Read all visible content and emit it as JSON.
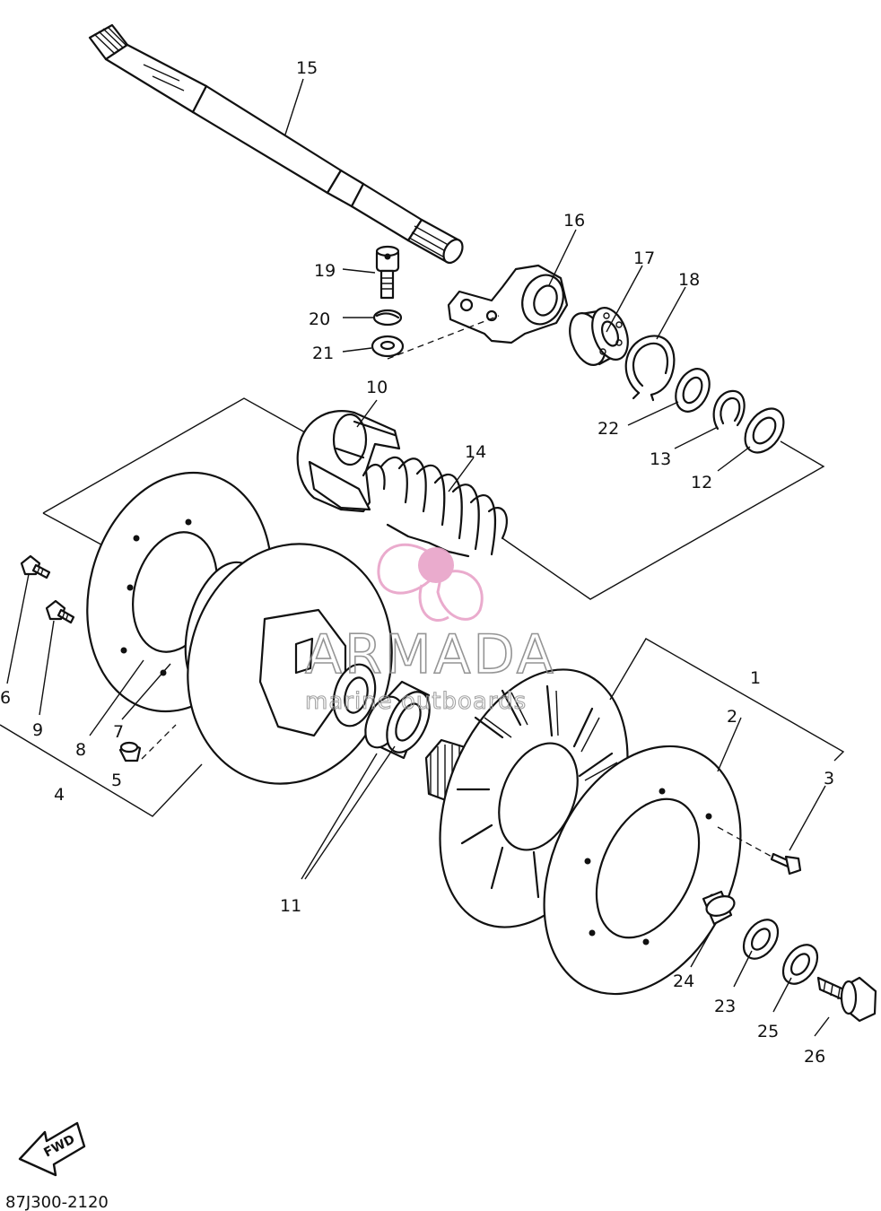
{
  "catalog_number": "87J300-2120",
  "direction_arrow_label": "FWD",
  "watermark": {
    "title": "ARMADA",
    "subtitle": "marine outboards",
    "accent_color": "#e8a2c8"
  },
  "callouts": {
    "p1": "1",
    "p2": "2",
    "p3": "3",
    "p4": "4",
    "p5": "5",
    "p6": "6",
    "p7": "7",
    "p8": "8",
    "p9": "9",
    "p10": "10",
    "p11": "11",
    "p12": "12",
    "p13": "13",
    "p14": "14",
    "p15": "15",
    "p16": "16",
    "p17": "17",
    "p18": "18",
    "p19": "19",
    "p20": "20",
    "p21": "21",
    "p22": "22",
    "p23": "23",
    "p24": "24",
    "p25": "25",
    "p26": "26"
  },
  "icons": {
    "watermark_logo": "propeller-logo-icon",
    "direction": "fwd-arrow-icon"
  }
}
